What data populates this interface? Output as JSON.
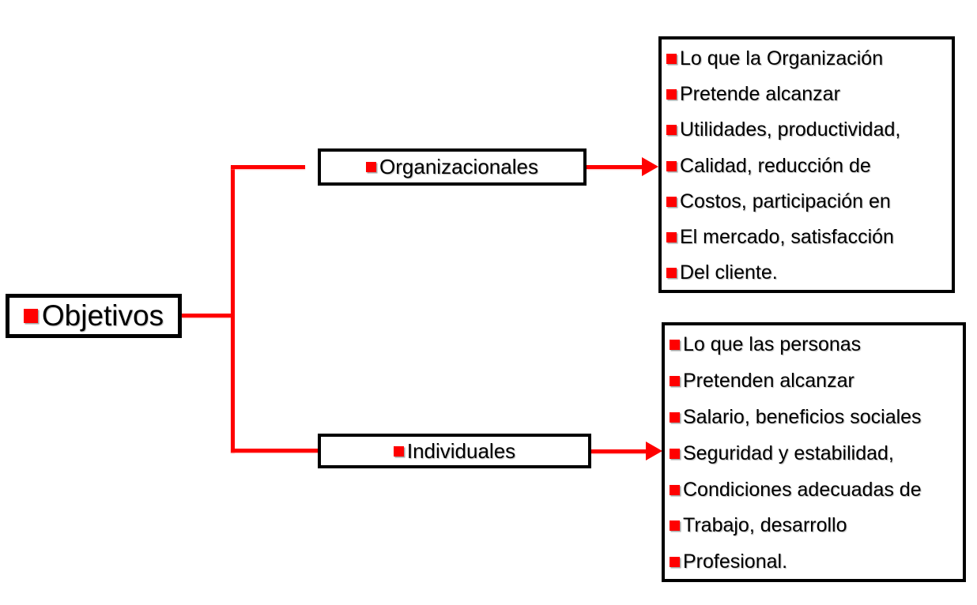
{
  "diagram": {
    "root": {
      "label": "Objetivos"
    },
    "branches": [
      {
        "label": "Organizacionales",
        "details": [
          "Lo que la Organización",
          "Pretende alcanzar",
          "Utilidades, productividad,",
          "Calidad, reducción de",
          "Costos, participación en",
          "El mercado, satisfacción",
          "Del cliente."
        ]
      },
      {
        "label": "Individuales",
        "details": [
          "Lo que las personas",
          "Pretenden alcanzar",
          "Salario, beneficios sociales",
          "Seguridad y estabilidad,",
          "Condiciones adecuadas de",
          "Trabajo, desarrollo",
          "Profesional."
        ]
      }
    ],
    "icons": {
      "bullet": "square-bullet-icon",
      "arrow": "arrow-right-icon"
    },
    "colors": {
      "accent": "#FF0000",
      "border": "#000000",
      "text": "#000000",
      "background": "#FFFFFF"
    }
  }
}
